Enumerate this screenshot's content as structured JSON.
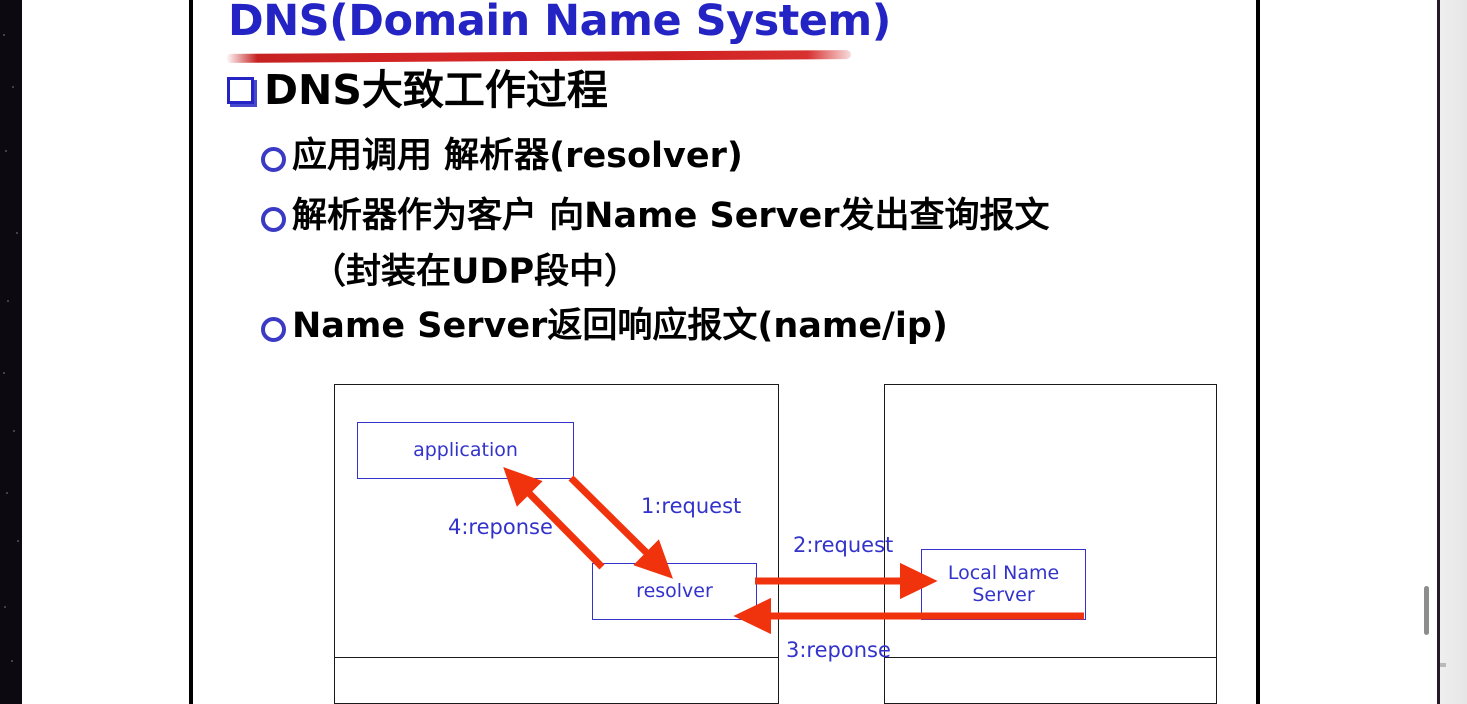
{
  "slide": {
    "title": "DNS(Domain Name System)",
    "heading": "DNS大致工作过程",
    "bullets": [
      {
        "text": "应用调用 解析器(resolver)"
      },
      {
        "text": "解析器作为客户 向Name Server发出查询报文",
        "continuation": "（封装在UDP段中）"
      },
      {
        "text": "Name Server返回响应报文(name/ip)"
      }
    ],
    "diagram": {
      "host_box_label": "",
      "server_box_label": "",
      "nodes": [
        {
          "id": "application",
          "label": "application"
        },
        {
          "id": "resolver",
          "label": "resolver"
        },
        {
          "id": "local-name-server",
          "label": "Local Name\nServer",
          "line1": "Local Name",
          "line2": "Server"
        }
      ],
      "arrow_labels": [
        {
          "id": "1",
          "text": "1:request"
        },
        {
          "id": "4",
          "text": "4:reponse"
        },
        {
          "id": "2",
          "text": "2:request"
        },
        {
          "id": "3",
          "text": "3:reponse"
        }
      ]
    }
  },
  "colors": {
    "title_blue": "#2424c4",
    "underline_red": "#d52626",
    "arrow_red": "#f0330d",
    "node_blue": "#3333cc",
    "text_black": "#000000"
  },
  "window": {
    "scrollbar": "vertical-scrollbar"
  }
}
